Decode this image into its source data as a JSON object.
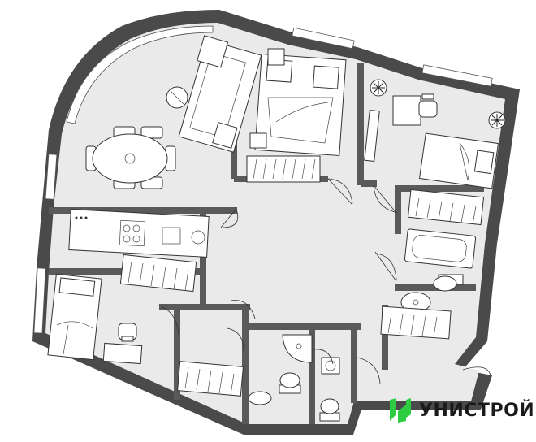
{
  "brand": {
    "name": "УНИСТРОЙ",
    "colors": {
      "green": "#2ecc40",
      "text": "#1a1a1a"
    },
    "logo_icon": "brand-logo-icon"
  },
  "plan": {
    "colors": {
      "wall": "#4a4a4a",
      "floor": "#eaeaea",
      "furniture": "#ffffff",
      "stroke": "#333333"
    },
    "rooms": [
      "living-room",
      "kitchen",
      "bedroom-master",
      "bedroom-second",
      "bedroom-third",
      "corridor",
      "bathroom",
      "shower-room",
      "toilet"
    ]
  }
}
